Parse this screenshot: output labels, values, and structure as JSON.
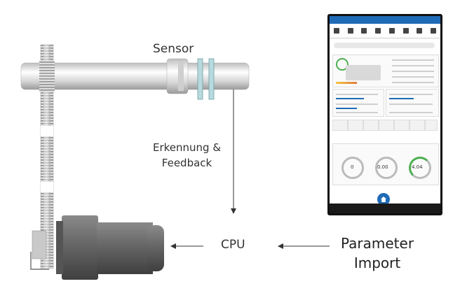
{
  "labels": {
    "sensor": "Sensor",
    "feedback_line1": "Erkennung &",
    "feedback_line2": "Feedback",
    "cpu": "CPU",
    "param_line1": "Parameter",
    "param_line2": "Import"
  },
  "tablet": {
    "gauges": [
      "0",
      "0.00",
      "4.04"
    ]
  },
  "icons": [
    "gear-shaft-icon",
    "spur-gear-icon",
    "motor-icon",
    "sensor-ring-icon",
    "home-icon"
  ],
  "colors": {
    "accent": "#1f6bb8",
    "metal": "#d9d9d9",
    "dark_metal": "#5f5f5f"
  }
}
